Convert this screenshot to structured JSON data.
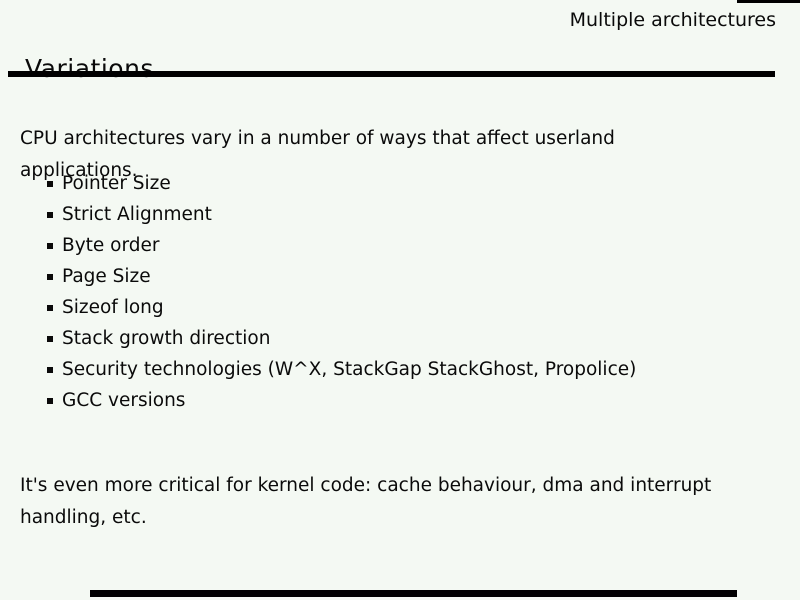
{
  "slide": {
    "context_label": "Multiple architectures",
    "title": "Variations",
    "intro": "CPU architectures vary in a number of ways that affect userland applications.",
    "bullets": [
      "Pointer Size",
      "Strict Alignment",
      "Byte order",
      "Page Size",
      "Sizeof long",
      "Stack growth direction",
      "Security technologies (W^X, StackGap StackGhost, Propolice)",
      "GCC versions"
    ],
    "kernel_note": "It's even more critical for kernel code: cache behaviour, dma and interrupt handling, etc.",
    "colors": {
      "background": "#f4f9f3",
      "text": "#0a0a0a",
      "title_rule": "#000000",
      "progress_bar": "#000000"
    }
  }
}
